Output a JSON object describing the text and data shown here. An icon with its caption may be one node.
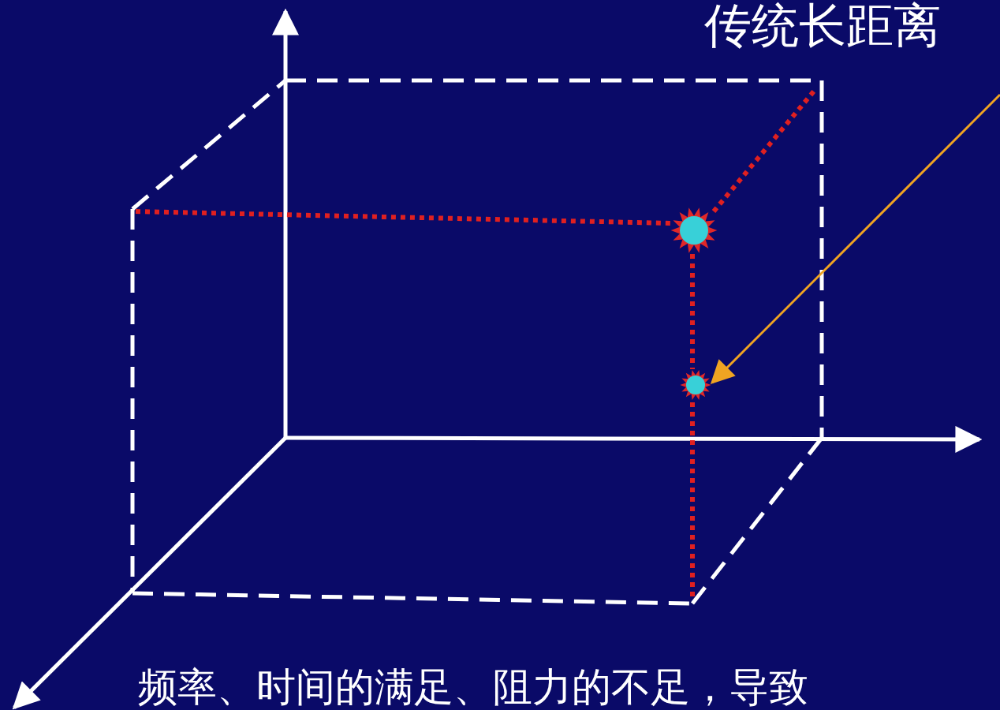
{
  "diagram": {
    "nodes": [
      {
        "text": [],
        "shape": "burst"
      },
      {
        "text": [],
        "shape": "burst"
      }
    ],
    "edges": [
      {
        "from": 0,
        "to": 1,
        "arrow": "none",
        "style": "dashed",
        "color": "#e02020"
      },
      {
        "from": null,
        "to": 1,
        "arrow": "to",
        "color": "#f0a422"
      }
    ],
    "labels": [
      "传统长距离",
      "频率、时间的满足、阻力的不足，导致"
    ]
  }
}
